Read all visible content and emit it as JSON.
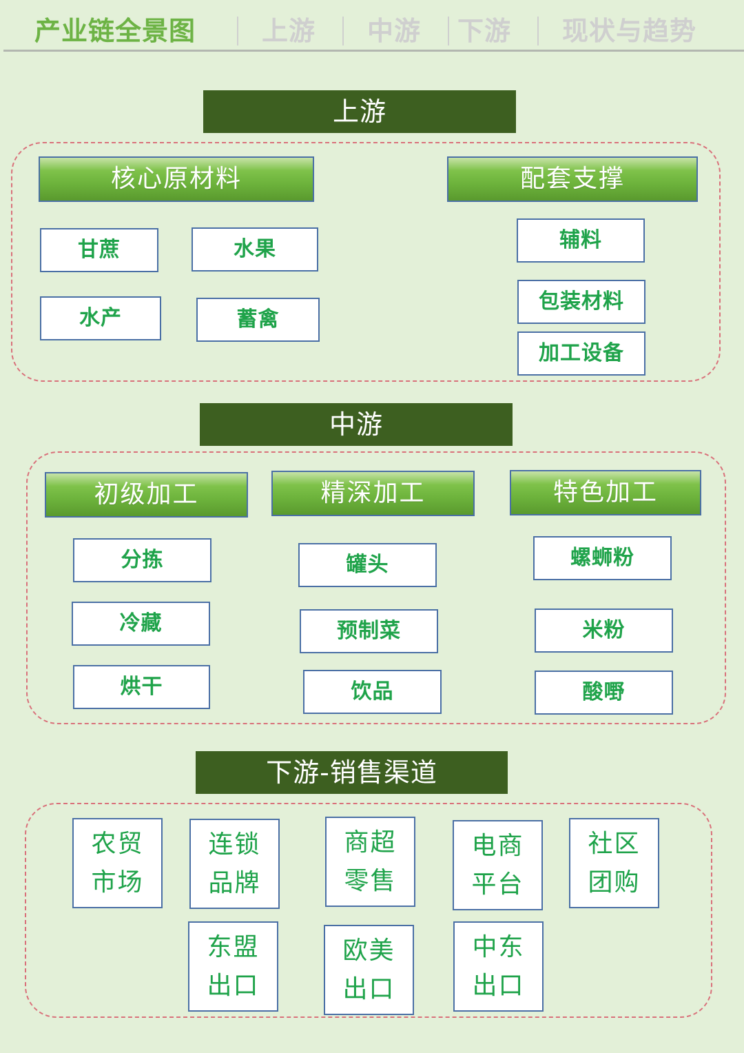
{
  "nav": {
    "items": [
      {
        "label": "产业链全景图",
        "active": true
      },
      {
        "label": "上游",
        "active": false
      },
      {
        "label": "中游",
        "active": false
      },
      {
        "label": "下游",
        "active": false
      },
      {
        "label": "现状与趋势",
        "active": false
      }
    ]
  },
  "upstream": {
    "title": "上游",
    "core_materials": {
      "title": "核心原材料",
      "items": [
        "甘蔗",
        "水果",
        "水产",
        "蓄禽"
      ]
    },
    "support": {
      "title": "配套支撑",
      "items": [
        "辅料",
        "包装材料",
        "加工设备"
      ]
    }
  },
  "midstream": {
    "title": "中游",
    "primary": {
      "title": "初级加工",
      "items": [
        "分拣",
        "冷藏",
        "烘干"
      ]
    },
    "deep": {
      "title": "精深加工",
      "items": [
        "罐头",
        "预制菜",
        "饮品"
      ]
    },
    "specialty": {
      "title": "特色加工",
      "items": [
        "螺蛳粉",
        "米粉",
        "酸嘢"
      ]
    }
  },
  "downstream": {
    "title": "下游-销售渠道",
    "channels": [
      {
        "line1": "农贸",
        "line2": "市场"
      },
      {
        "line1": "连锁",
        "line2": "品牌"
      },
      {
        "line1": "商超",
        "line2": "零售"
      },
      {
        "line1": "电商",
        "line2": "平台"
      },
      {
        "line1": "社区",
        "line2": "团购"
      },
      {
        "line1": "东盟",
        "line2": "出口"
      },
      {
        "line1": "欧美",
        "line2": "出口"
      },
      {
        "line1": "中东",
        "line2": "出口"
      }
    ]
  },
  "colors": {
    "background": "#e3f0d8",
    "banner": "#3d5f20",
    "category_green": "#6db33c",
    "item_text": "#1fa34a",
    "box_border": "#4a6fa5",
    "dashed_border": "#d9707a",
    "nav_active": "#6db345",
    "nav_inactive": "#cfcfcf"
  }
}
